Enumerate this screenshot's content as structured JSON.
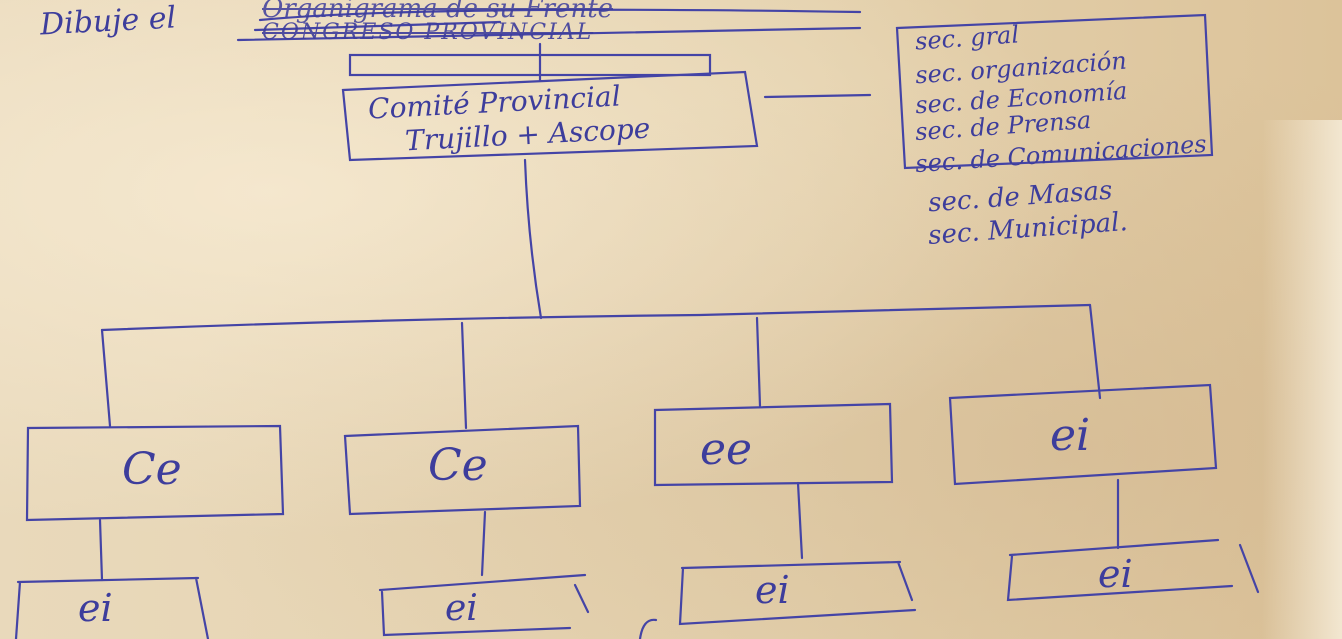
{
  "heading": {
    "prefix": "Dibuje el",
    "struck_title_top": "Organigrama de su Frente",
    "struck_title": "CONGRESO PROVINCIAL"
  },
  "top_box": {
    "line1": "Comité Provincial",
    "line2": "Trujillo + Ascope"
  },
  "secretariats": [
    "sec. gral",
    "sec. organización",
    "sec. de Economía",
    "sec. de Prensa",
    "sec. de Comunicaciones",
    "sec. de Masas",
    "sec. Municipal."
  ],
  "level2": [
    "Ce",
    "Ce",
    "ee",
    "ei"
  ],
  "level3": [
    "ei",
    "ei",
    "ei",
    "ei"
  ],
  "colors": {
    "ink": "#3d3d9c",
    "paper": "#e7d6b6"
  }
}
